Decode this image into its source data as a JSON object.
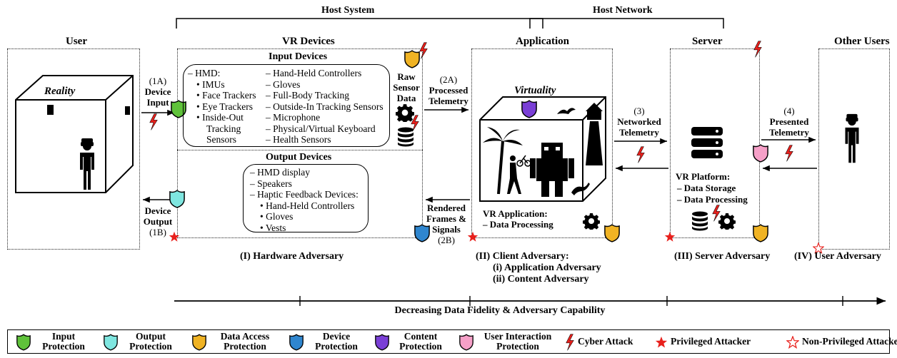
{
  "top": {
    "host_system": "Host System",
    "host_network": "Host Network"
  },
  "columns": {
    "user": "User",
    "vr_devices": "VR Devices",
    "application": "Application",
    "server": "Server",
    "other_users": "Other Users"
  },
  "user": {
    "reality": "Reality"
  },
  "input_devices": {
    "title": "Input Devices",
    "hmd": "HMD:",
    "hmd_items": [
      "IMUs",
      "Face Trackers",
      "Eye Trackers",
      "Inside-Out",
      "Tracking",
      "Sensors"
    ],
    "right_items": [
      "Hand-Held Controllers",
      "Gloves",
      "Full-Body Tracking",
      "Outside-In Tracking Sensors",
      "Microphone",
      "Physical/Virtual Keyboard",
      "Health Sensors"
    ],
    "raw": [
      "Raw",
      "Sensor",
      "Data"
    ]
  },
  "output_devices": {
    "title": "Output Devices",
    "items": [
      "HMD display",
      "Speakers",
      "Haptic Feedback Devices:"
    ],
    "sub_items": [
      "Hand-Held Controllers",
      "Gloves",
      "Vests"
    ]
  },
  "flows": {
    "f1a_num": "(1A)",
    "f1a": [
      "Device",
      "Input"
    ],
    "f1b": [
      "Device",
      "Output"
    ],
    "f1b_num": "(1B)",
    "f2a_num": "(2A)",
    "f2a": [
      "Processed",
      "Telemetry"
    ],
    "f2b": [
      "Rendered",
      "Frames &",
      "Signals"
    ],
    "f2b_num": "(2B)",
    "f3_num": "(3)",
    "f3": [
      "Networked",
      "Telemetry"
    ],
    "f4_num": "(4)",
    "f4": [
      "Presented",
      "Telemetry"
    ]
  },
  "application": {
    "virtuality": "Virtuality",
    "vr_app": "VR Application:",
    "vr_app_item": "Data Processing"
  },
  "server": {
    "platform": "VR Platform:",
    "items": [
      "Data Storage",
      "Data Processing"
    ]
  },
  "adversaries": {
    "hardware": "(I) Hardware Adversary",
    "client": "(II) Client Adversary:",
    "client_i": "(i)  Application  Adversary",
    "client_ii": "(ii) Content Adversary",
    "server": "(III) Server Adversary",
    "user": "(IV) User Adversary"
  },
  "axis": {
    "label": "Decreasing Data Fidelity & Adversary Capability"
  },
  "legend": {
    "input": [
      "Input",
      "Protection"
    ],
    "output": [
      "Output",
      "Protection"
    ],
    "data_access": [
      "Data Access",
      "Protection"
    ],
    "device": [
      "Device",
      "Protection"
    ],
    "content": [
      "Content",
      "Protection"
    ],
    "user_interaction": [
      "User Interaction",
      "Protection"
    ],
    "cyber": "Cyber Attack",
    "privileged": "Privileged Attacker",
    "non_privileged": "Non-Privileged Attacker"
  },
  "colors": {
    "input": "#5fc23a",
    "output": "#7fe6e0",
    "data_access": "#f0b324",
    "device": "#2f86cf",
    "content": "#7a3fd6",
    "user_interaction": "#f6a0c8",
    "attack": "#e8201c"
  }
}
